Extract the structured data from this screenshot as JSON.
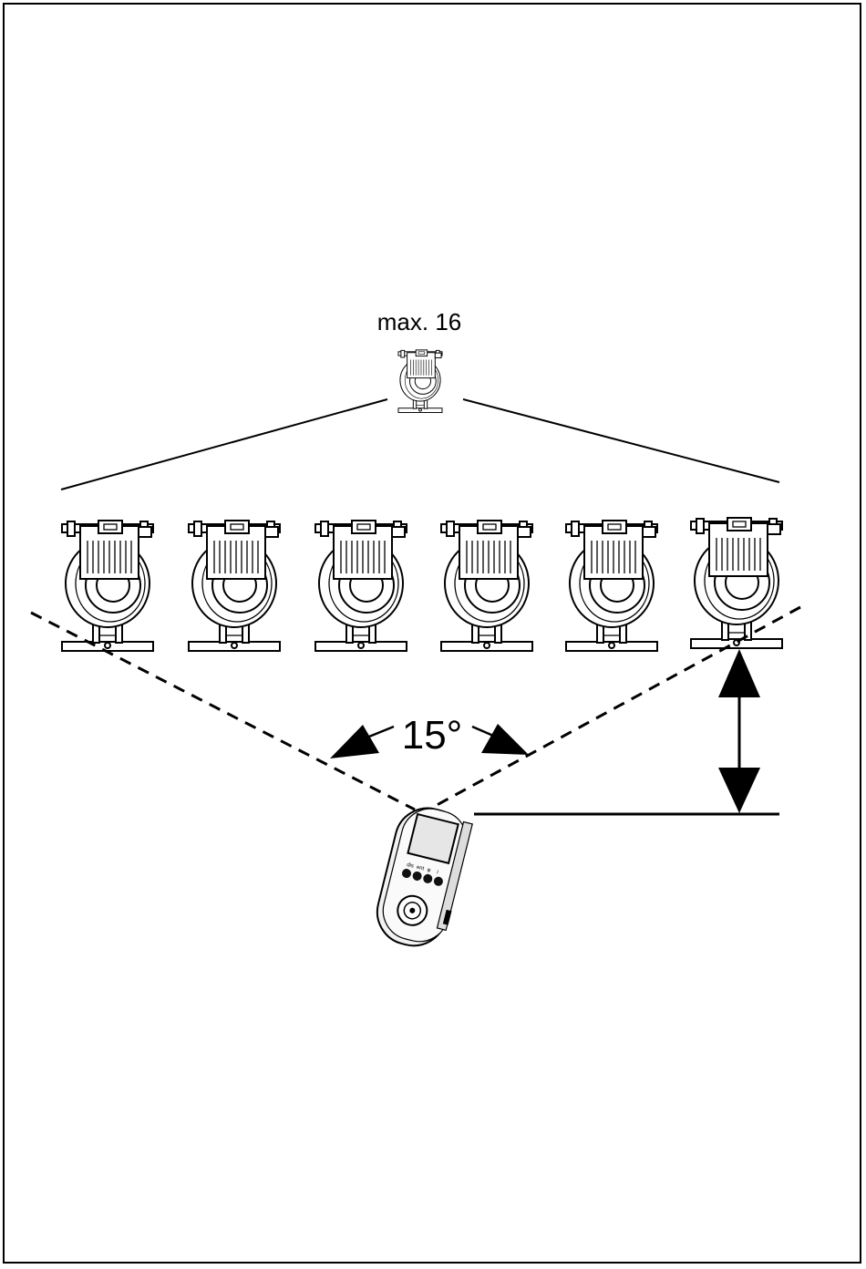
{
  "diagram": {
    "max_label": "max. 16",
    "angle_label": "15°",
    "pump_count_shown": 6,
    "remote_buttons": [
      "dis",
      "ent",
      "φ",
      "i"
    ],
    "colors": {
      "line": "#000000",
      "background": "#ffffff",
      "remote_body": "#f2f2f2"
    },
    "icons": [
      "pump-icon",
      "remote-control-icon",
      "angle-arrow-icon",
      "height-arrow-icon"
    ]
  }
}
